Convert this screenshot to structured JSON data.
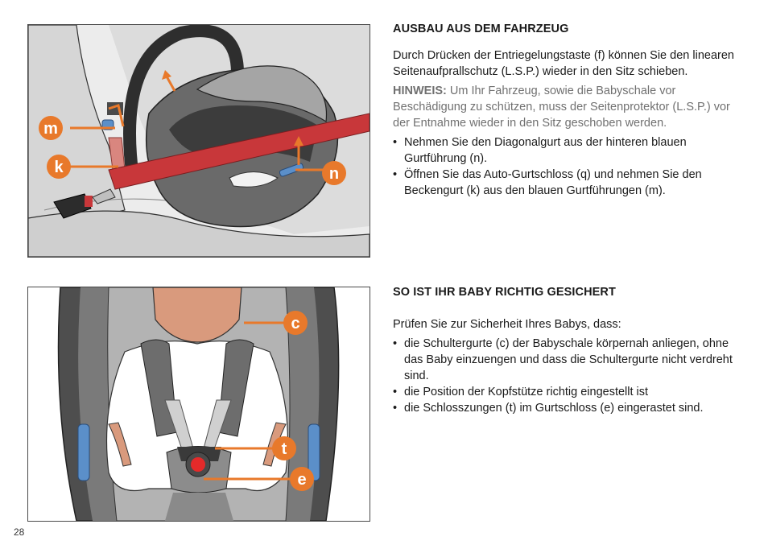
{
  "page_number": "28",
  "section1": {
    "heading": "AUSBAU AUS DEM FAHRZEUG",
    "paragraph": "Durch Drücken der Entriegelungstaste (f) können Sie den linearen Seitenaufprallschutz (L.S.P.) wieder in den Sitz schieben.",
    "note_label": "HINWEIS:",
    "note_text": " Um Ihr Fahrzeug, sowie die Babyschale vor Beschädigung zu schützen, muss der Seitenprotektor (L.S.P.) vor der Entnahme wieder in den Sitz geschoben werden.",
    "bullets": [
      "Nehmen Sie den Diagonalgurt aus der hinteren blauen Gurtführung (n).",
      "Öffnen Sie das Auto-Gurtschloss (q) und nehmen Sie den Beckengurt (k) aus den blauen Gurtführungen (m)."
    ]
  },
  "section2": {
    "heading": "SO IST IHR BABY RICHTIG GESICHERT",
    "paragraph": "Prüfen Sie zur Sicherheit Ihres Babys, dass:",
    "bullets": [
      "die Schultergurte (c) der Babyschale körpernah anliegen, ohne das Baby einzuengen und dass die Schultergurte nicht verdreht sind.",
      "die Position der Kopfstütze richtig eingestellt ist",
      "die Schlosszungen (t) im Gurtschloss (e) eingerastet sind."
    ]
  },
  "figure1": {
    "labels": {
      "m": "m",
      "k": "k",
      "n": "n"
    }
  },
  "figure2": {
    "labels": {
      "c": "c",
      "t": "t",
      "e": "e"
    }
  },
  "bullet_symbol": "•",
  "colors": {
    "accent_orange": "#e8792b",
    "belt_red": "#c8373a",
    "guide_blue": "#5b8fc9",
    "skin": "#d99a7d",
    "shell_dark": "#5a5a5a"
  }
}
